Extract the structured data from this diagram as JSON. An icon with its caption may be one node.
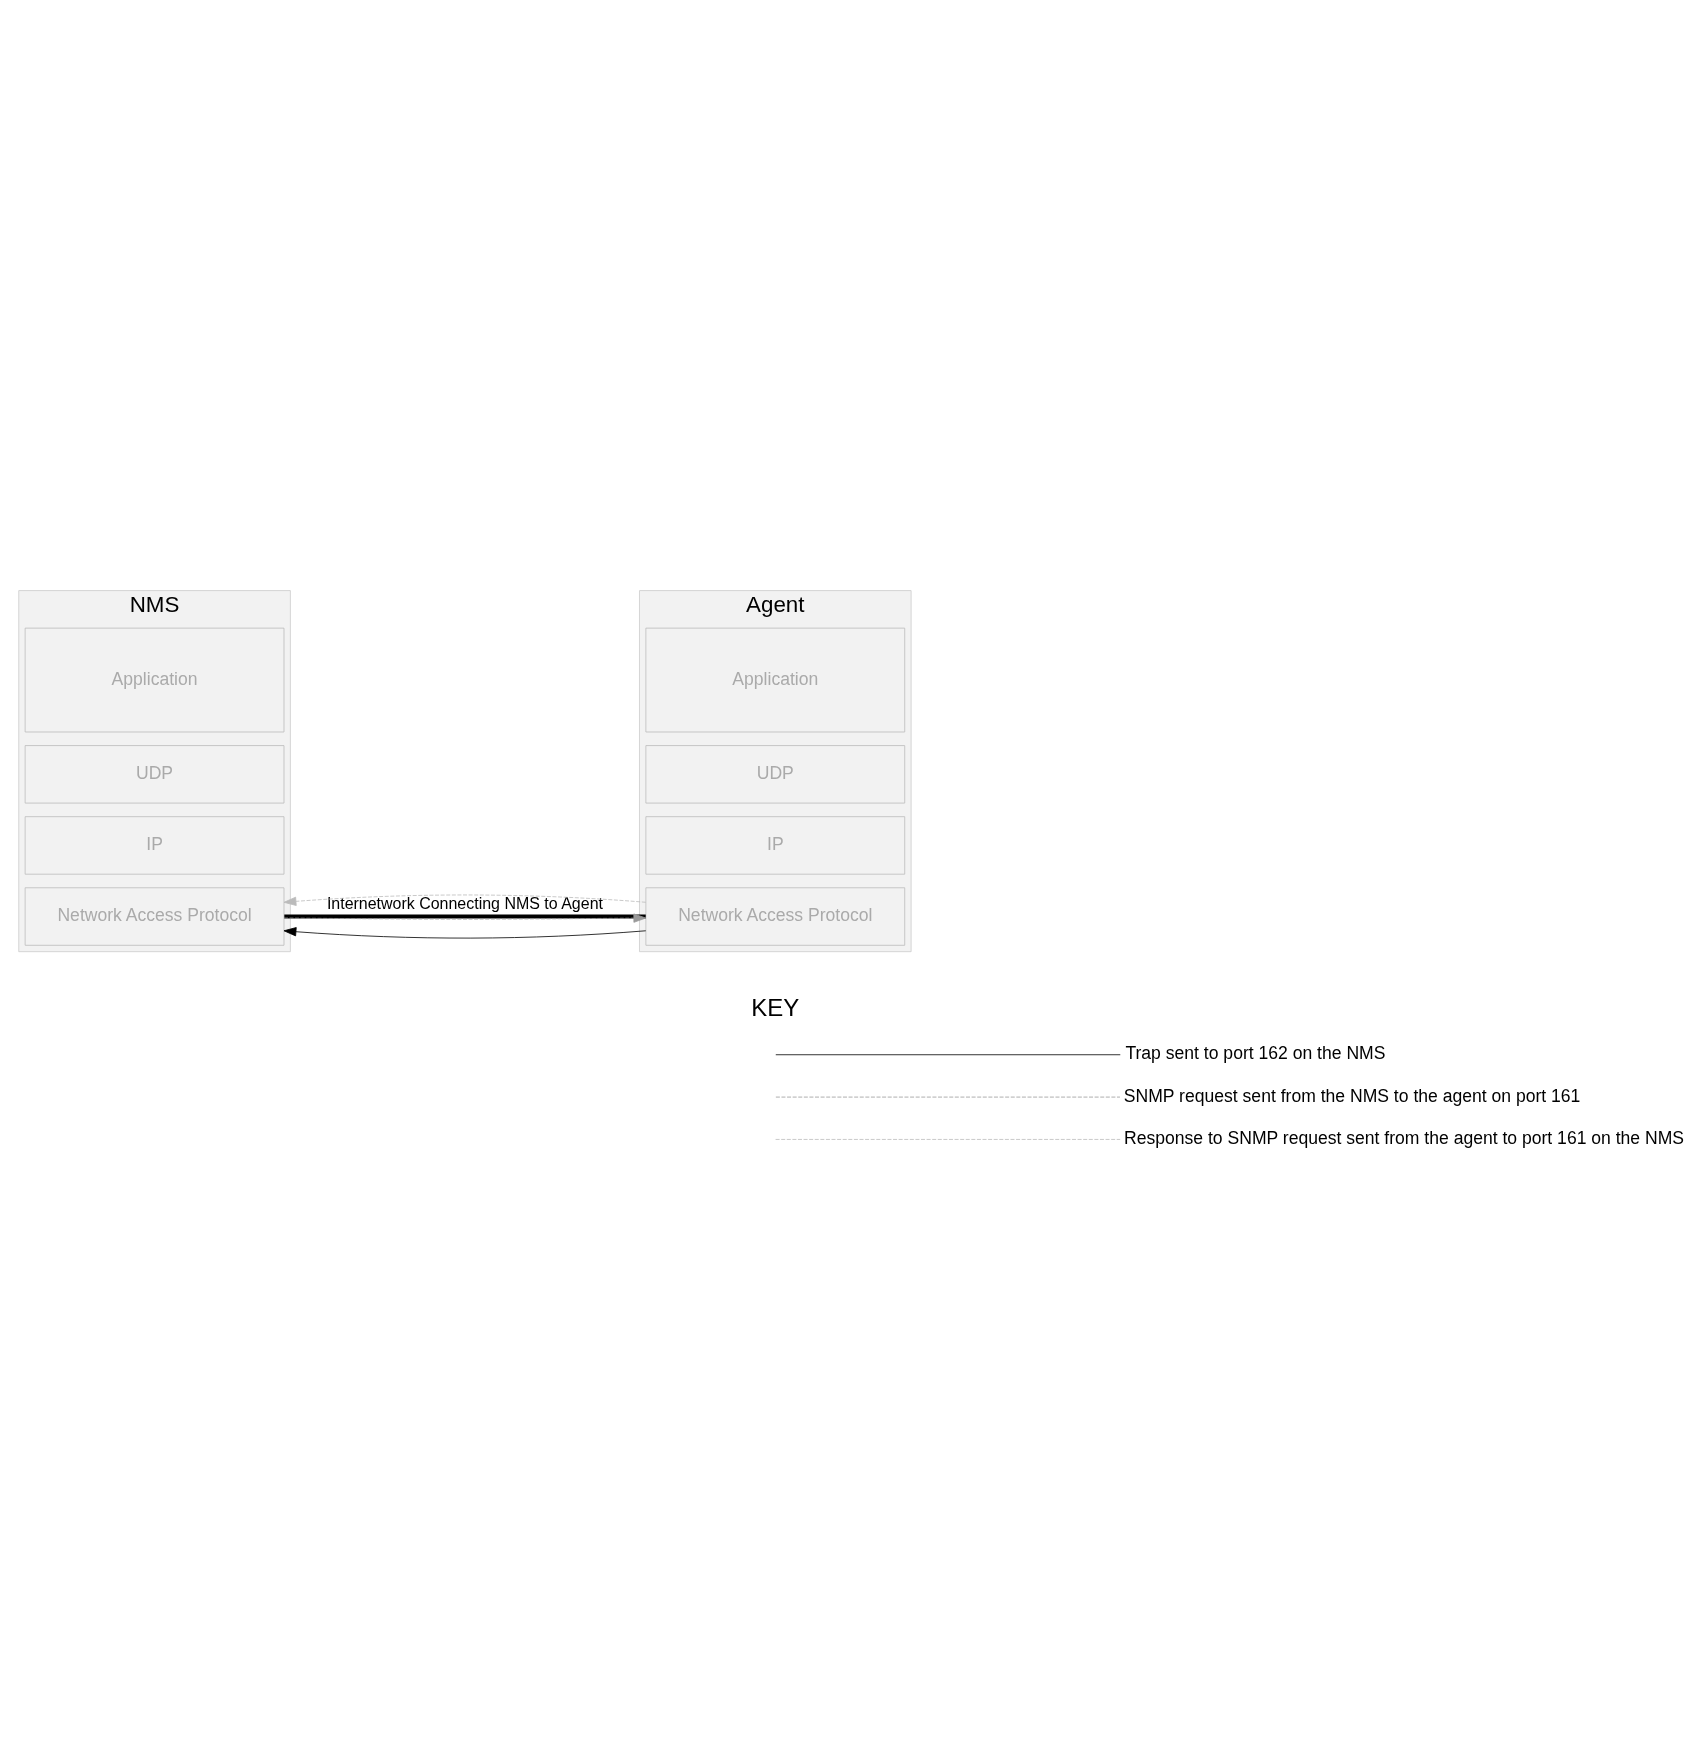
{
  "diagram": {
    "nodes": [
      {
        "text": [
          "NMS"
        ]
      },
      {
        "text": [
          "Application"
        ],
        "in": 0
      },
      {
        "text": [
          "UDP"
        ],
        "in": 0
      },
      {
        "text": [
          "IP"
        ],
        "in": 0
      },
      {
        "text": [
          "Network Access Protocol"
        ],
        "in": 0
      },
      {
        "text": [
          "Agent"
        ]
      },
      {
        "text": [
          "Application"
        ],
        "in": 5
      },
      {
        "text": [
          "UDP"
        ],
        "in": 5
      },
      {
        "text": [
          "IP"
        ],
        "in": 5
      },
      {
        "text": [
          "Network Access Protocol"
        ],
        "in": 5
      }
    ],
    "edges": [
      {
        "from": 4,
        "to": 9,
        "arrow": "none",
        "style": "thick",
        "label": "Internetwork Connecting NMS to Agent"
      },
      {
        "from": 9,
        "to": 4,
        "arrow": "to"
      },
      {
        "from": 4,
        "to": 9,
        "arrow": "to",
        "style": "dashed",
        "color": "#999999"
      },
      {
        "from": 9,
        "to": 4,
        "arrow": "to",
        "style": "dashed",
        "color": "#bbbbbb"
      }
    ],
    "labels": [
      "KEY"
    ],
    "legend": [
      {
        "text": "Trap sent to port 162 on the NMS"
      },
      {
        "text": "SNMP request sent from the NMS to the agent on port 161"
      },
      {
        "text": "Response to SNMP request sent from the agent to port 161 on the NMS"
      }
    ]
  }
}
